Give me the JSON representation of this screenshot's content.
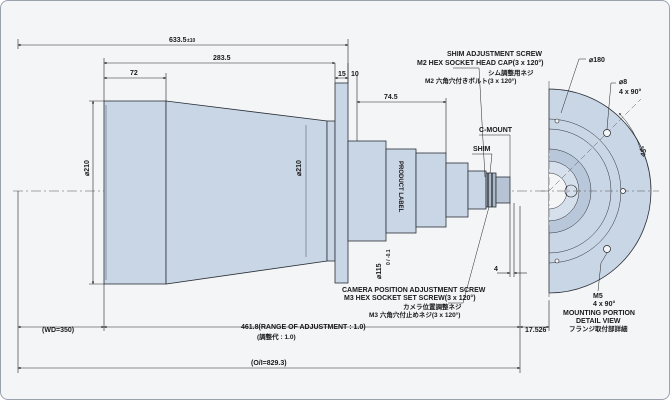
{
  "dimensions": {
    "overall_length": "633.5",
    "overall_length_suffix": "±10",
    "front_section": "283.5",
    "front_barrel": "72",
    "flange_15": "15",
    "flange_10": "10",
    "rear_section": "74.5",
    "dia_front": "⌀210",
    "dia_mid": "⌀210",
    "dia_rear": "⌀115",
    "dia_rear_tol": "0 / -0.1",
    "dim_4": "4",
    "wd": "(WD=350)",
    "adjust_range": "461.8(RANGE OF ADJUSTMENT : 1.0)",
    "adjust_range_jp": "(調整代 : 1.0)",
    "flange_back": "17.526",
    "oi": "(O/I=829.3)"
  },
  "labels": {
    "product_label": "PRODUCT LABEL",
    "c_mount": "C-MOUNT",
    "shim": "SHIM",
    "shim_screw_1": "SHIM ADJUSTMENT SCREW",
    "shim_screw_2": "M2 HEX SOCKET HEAD CAP(3 x 120°)",
    "shim_screw_jp_1": "シム調整用ネジ",
    "shim_screw_jp_2": "M2 六角穴付きボルト(3 x 120°)",
    "camera_screw_1": "CAMERA POSITION ADJUSTMENT SCREW",
    "camera_screw_2": "M3 HEX SOCKET SET SCREW(3 x 120°)",
    "camera_screw_jp_1": "カメラ位置調整ネジ",
    "camera_screw_jp_2": "M3 六角穴付止めネジ(3 x 120°)"
  },
  "detail": {
    "dia_180": "⌀180",
    "dia_8": "⌀8",
    "holes_top": "4 x 90°",
    "angle": "45°",
    "m5": "M5",
    "holes_bottom": "4 x 90°",
    "caption_1": "MOUNTING PORTION",
    "caption_2": "DETAIL VIEW",
    "caption_jp": "フランジ取付部詳細"
  },
  "colors": {
    "body_fill": "#c9d6e6",
    "body_stroke": "#2a2f36",
    "background": "#f4f5f7",
    "dimension_line": "#222222"
  }
}
